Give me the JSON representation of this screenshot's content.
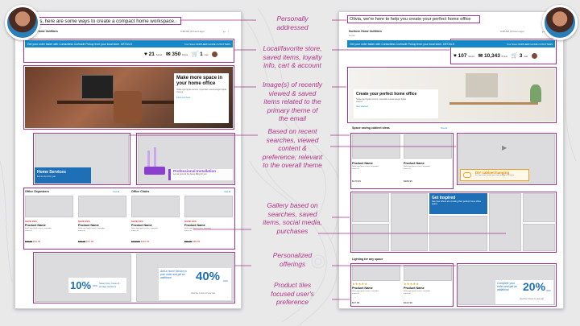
{
  "left_email": {
    "greeting": "Hi Jess, here are some ways to create a compact home workspace.",
    "store_name": "Northern Home Outfitters",
    "store_sub": "to me",
    "timestamp": "9:38 AM (9 hours ago)",
    "banner": "Get your order faster with Contactless Curbside Pickup from your local store. DETAILS",
    "banner_store": "Your Store NORTHERN HOME OUTFITTERS",
    "stats": [
      {
        "value": "21",
        "unit": "Saved"
      },
      {
        "value": "350",
        "unit": "Points"
      },
      {
        "value": "1",
        "unit": "Cart"
      }
    ],
    "hero_title": "Make more space in your home office",
    "hero_body": "Nulla eget ligula viverra, imperdiet massa eleget ligula viverra",
    "hero_link": "Find out how",
    "services_title": "Home Services",
    "services_sub": "Let us do it for you",
    "install_title": "Professional Installation",
    "install_sub": "Let our pros do the heavy lifting for you",
    "cat1": "Office Organizers",
    "cat2": "Office Chairs",
    "view_all": "View all",
    "products": [
      {
        "save": "SAVE 20%",
        "name": "Product Name",
        "desc": "Nulla eget ligula viverra, imperdiet massa et",
        "was": "$79.99",
        "now": "$63.99"
      },
      {
        "save": "SAVE 20%",
        "name": "Product Name",
        "desc": "Nulla eget ligula viverra, imperdiet massa et",
        "was": "$39.99",
        "now": "$31.99"
      },
      {
        "save": "SAVE 10%",
        "name": "Product Name",
        "desc": "Nulla eget ligula viverra, imperdiet massa et",
        "was": "$129.99",
        "now": "$116.99"
      },
      {
        "save": "SAVE 10%",
        "name": "Product Name",
        "desc": "Nulla eget ligula viverra, imperdiet massa et",
        "was": "$99.99",
        "now": "$89.99"
      }
    ],
    "offer1_pct": "10%",
    "offer1_off": "OFF",
    "offer1_text": "Select bins, boxes & storage solutions",
    "offer2_text": "Add a Home Service to your order and get an additional",
    "offer2_pct": "40%",
    "offer2_off": "OFF",
    "offer2_small": "View the 1 items in your cart"
  },
  "right_email": {
    "greeting": "Olivia, we're here to help you create your perfect home office",
    "store_name": "Northern Home Outfitters",
    "store_sub": "to me",
    "timestamp": "9:38 AM (9 hours ago)",
    "banner": "Get your order faster with Contactless Curbside Pickup from your local store. DETAILS",
    "banner_store": "Your Store NORTHERN HOME OUTFITTERS",
    "stats": [
      {
        "value": "107",
        "unit": "Saved"
      },
      {
        "value": "10,343",
        "unit": "Points"
      },
      {
        "value": "3",
        "unit": "Cart"
      }
    ],
    "hero_title": "Create your perfect home office",
    "hero_body": "Nulla eget ligula viverra, imperdiet massa eleget ligula viverra",
    "hero_link": "Get started",
    "cabinet_title": "Space saving cabinet ideas",
    "view_all": "View all",
    "cab_products": [
      {
        "name": "Product Name",
        "desc": "Nulla eget ligula viverra, imperdiet massa et",
        "price": "$179.99"
      },
      {
        "name": "Product Name",
        "desc": "Nulla eget ligula viverra, imperdiet massa et",
        "price": "$489.99"
      }
    ],
    "diy_title": "DIY cabinet hanging",
    "diy_sub": "In a few hours, make your own storage in a home",
    "inspired_title": "Get Inspired",
    "inspired_sub": "See how others are creating their perfect home office space",
    "lighting_title": "Lighting for any space",
    "light_products": [
      {
        "stars": "★★★★★",
        "name": "Product Name",
        "desc": "Nulla eget ligula viverra, imperdiet massa et",
        "price": "$37.99"
      },
      {
        "stars": "★★★★★",
        "name": "Product Name",
        "desc": "Nulla eget ligula viverra, imperdiet massa et",
        "price": "$122.99"
      }
    ],
    "offer_text": "Complete your order and get an additional",
    "offer_pct": "20%",
    "offer_off": "OFF",
    "offer_small": "View the 3 items in your cart"
  },
  "annotations": [
    "Personally\naddressed",
    "Local/favorite store,\nsaved items, loyalty\ninfo, cart & account",
    "Image(s) of recently\nviewed & saved\nitems related to the\nprimary theme of\nthe email",
    "Based on recent\nsearches, viewed\ncontent &\npreference; relevant\nto the overall theme",
    "Gallery based on\nsearches, saved\nitems, social media,\npurchases",
    "Personalized\nofferings",
    "Product tiles\nfocused user's\npreference"
  ],
  "colors": {
    "magenta": "#a1358d",
    "brand_blue": "#1788c7",
    "purple_accent": "#8b3fd1",
    "orange_accent": "#f0a31c"
  }
}
